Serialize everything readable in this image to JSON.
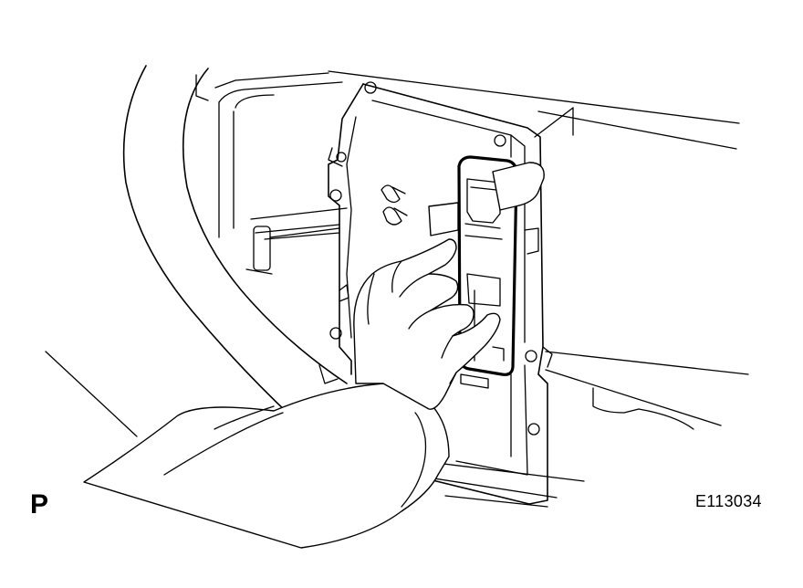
{
  "labels": {
    "view_label": "P",
    "figure_code": "E113034"
  },
  "colors": {
    "line": "#000000",
    "background": "#ffffff"
  },
  "icons": {
    "illustration": "hand-removing-connector-illustration"
  }
}
